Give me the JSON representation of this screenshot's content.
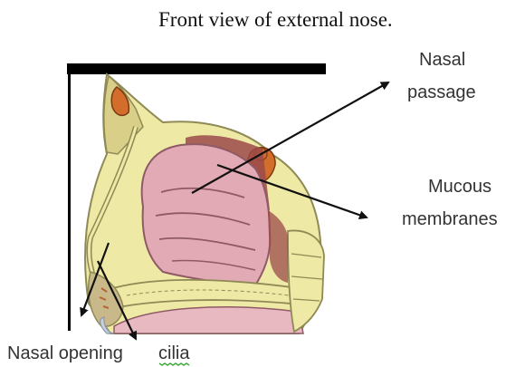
{
  "title": "Front view of external nose.",
  "labels": {
    "nasal_passage": [
      "Nasal",
      "passage"
    ],
    "mucous_membranes": [
      "Mucous",
      "membranes"
    ],
    "nasal_opening": "Nasal opening",
    "cilia": "cilia"
  },
  "colors": {
    "mucosa": "#e2aab4",
    "mucosa_line": "#8e5a66",
    "bone": "#efe9a6",
    "bone_line": "#8f8a55",
    "cartilage": "#9b4a4a",
    "sinus": "#d36d2c",
    "arrow": "#111111"
  }
}
